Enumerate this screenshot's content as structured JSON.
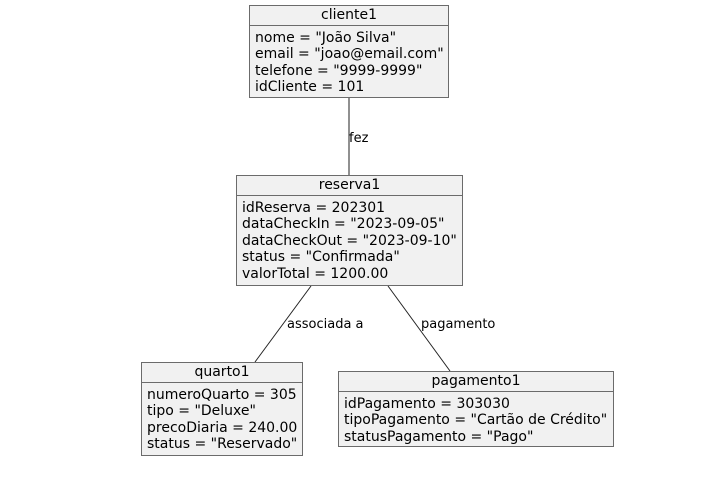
{
  "objects": {
    "cliente1": {
      "name": "cliente1",
      "attributes": [
        "nome = \"João Silva\"",
        "email = \"joao@email.com\"",
        "telefone = \"9999-9999\"",
        "idCliente = 101"
      ]
    },
    "reserva1": {
      "name": "reserva1",
      "attributes": [
        "idReserva = 202301",
        "dataCheckIn = \"2023-09-05\"",
        "dataCheckOut = \"2023-09-10\"",
        "status = \"Confirmada\"",
        "valorTotal = 1200.00"
      ]
    },
    "quarto1": {
      "name": "quarto1",
      "attributes": [
        "numeroQuarto = 305",
        "tipo = \"Deluxe\"",
        "precoDiaria = 240.00",
        "status = \"Reservado\""
      ]
    },
    "pagamento1": {
      "name": "pagamento1",
      "attributes": [
        "idPagamento = 303030",
        "tipoPagamento = \"Cartão de Crédito\"",
        "statusPagamento = \"Pago\""
      ]
    }
  },
  "links": {
    "cliente_reserva": "fez",
    "reserva_quarto": "associada a",
    "reserva_pagamento": "pagamento"
  },
  "colors": {
    "box_fill": "#f1f1f1",
    "box_border": "#6b6b6b",
    "line": "#222222"
  }
}
